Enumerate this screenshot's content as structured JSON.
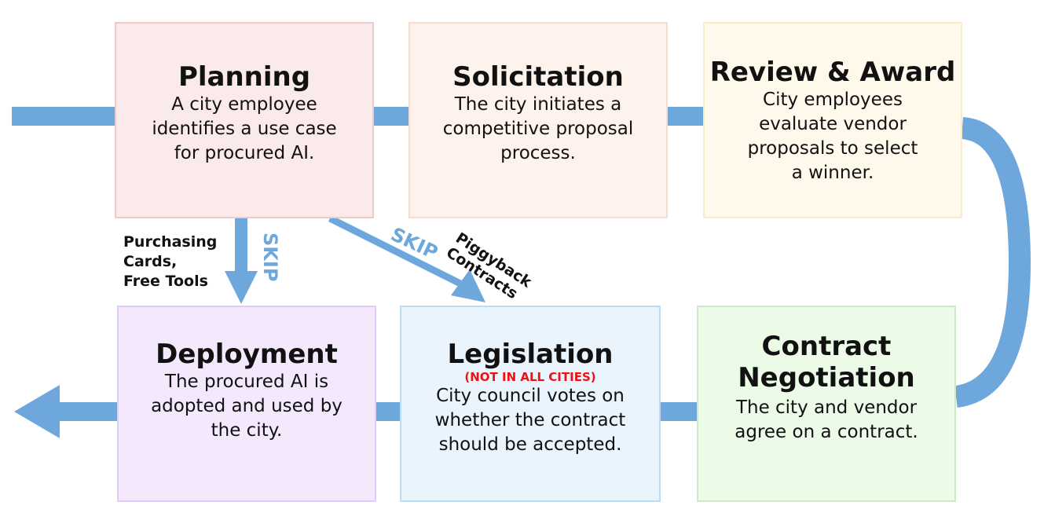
{
  "stages": {
    "planning": {
      "title": "Planning",
      "description": "A city employee identifies a use case for procured AI."
    },
    "solicitation": {
      "title": "Solicitation",
      "description": "The city initiates a competitive proposal process."
    },
    "review": {
      "title": "Review & Award",
      "description": "City employees evaluate vendor proposals to select a winner."
    },
    "negotiation": {
      "title_line1": "Contract",
      "title_line2": "Negotiation",
      "description": "The city and vendor agree on a contract."
    },
    "legislation": {
      "title": "Legislation",
      "note": "(NOT IN ALL CITIES)",
      "description": "City council votes on whether the contract should be accepted."
    },
    "deployment": {
      "title": "Deployment",
      "description": "The procured AI is adopted and used by the city."
    }
  },
  "skips": {
    "vertical": {
      "label": "SKIP",
      "reason_line1": "Purchasing",
      "reason_line2": "Cards,",
      "reason_line3": "Free Tools"
    },
    "diagonal": {
      "label": "SKIP",
      "reason_line1": "Piggyback",
      "reason_line2": "Contracts"
    }
  },
  "colors": {
    "connector": "#6ea7dc",
    "note": "#ee1111"
  }
}
